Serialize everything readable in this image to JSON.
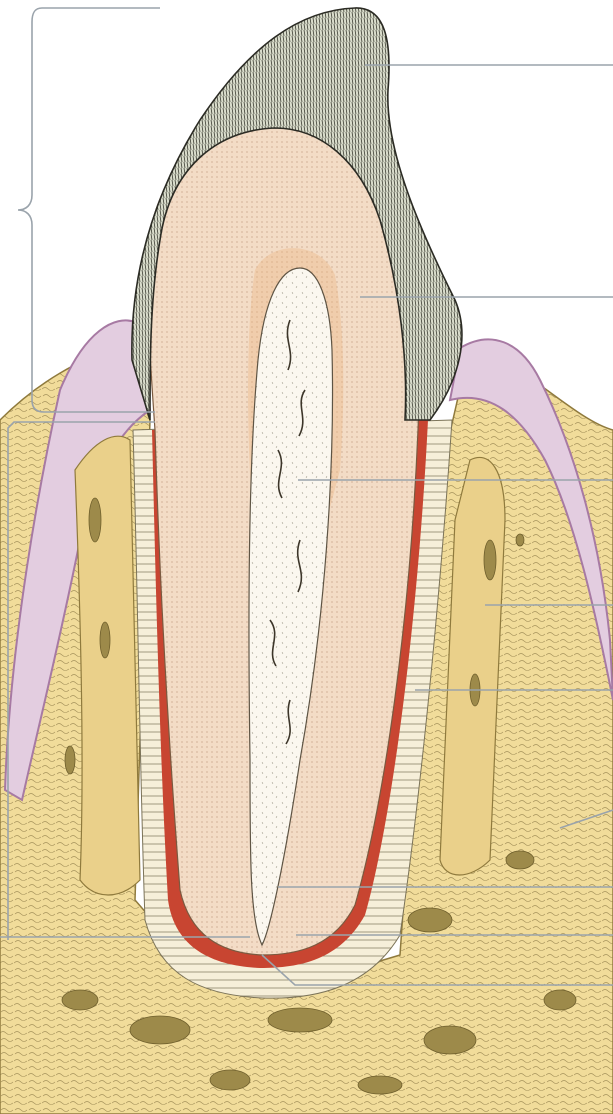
{
  "figure": {
    "subject": "tooth-in-socket-cross-section",
    "colors": {
      "background": "#ffffff",
      "gingiva": "#e3cde0",
      "gingiva_edge": "#a77aa3",
      "bone": "#f1dc9a",
      "bone_dark": "#e2c46e",
      "bone_cavity": "#9d8a4a",
      "enamel": "#d9dccb",
      "enamel_lines": "#3e3f35",
      "dentin": "#f3dcc6",
      "dentin_core": "#eab27c",
      "pulp": "#fbf7ef",
      "cementum_red": "#c84531",
      "ligament": "#f6efd9",
      "leader_line": "#9aa3ab"
    },
    "callouts": [
      {
        "id": "enamel"
      },
      {
        "id": "dentin"
      },
      {
        "id": "pulp"
      },
      {
        "id": "alveolar-bone"
      },
      {
        "id": "periodontal-ligament"
      },
      {
        "id": "cancellous-bone"
      },
      {
        "id": "root-canal"
      },
      {
        "id": "cementum"
      },
      {
        "id": "apical-foramen"
      },
      {
        "id": "gingival-margin"
      },
      {
        "id": "root-apex"
      }
    ],
    "bracket": {
      "id": "crown-bracket"
    }
  }
}
